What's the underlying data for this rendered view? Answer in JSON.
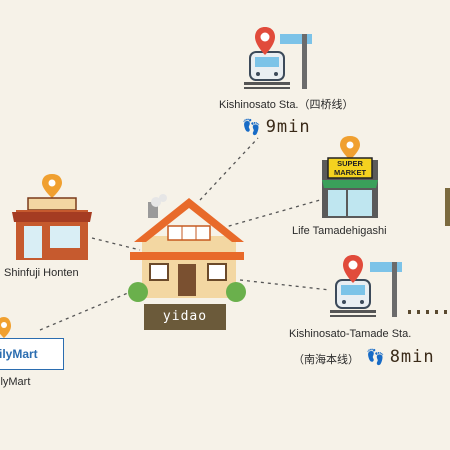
{
  "home": {
    "name": "yidao"
  },
  "stations": [
    {
      "name": "Kishinosato Sta.（四桥线）",
      "walk": "9min"
    },
    {
      "name": "Kishinosato-Tamade Sta.",
      "line": "（南海本线）",
      "walk": "8min"
    }
  ],
  "places": [
    {
      "name": "Life Tamadehigashi",
      "sign_top": "SUPER",
      "sign_bottom": "MARKET"
    },
    {
      "name": "Shinfuji Honten"
    },
    {
      "name": "ilyMart",
      "logo": "ilyMart"
    }
  ],
  "colors": {
    "background": "#f6f2e8",
    "pin": "#e14b3b",
    "badge": "#6b5a3a",
    "dotted": "#555555"
  }
}
